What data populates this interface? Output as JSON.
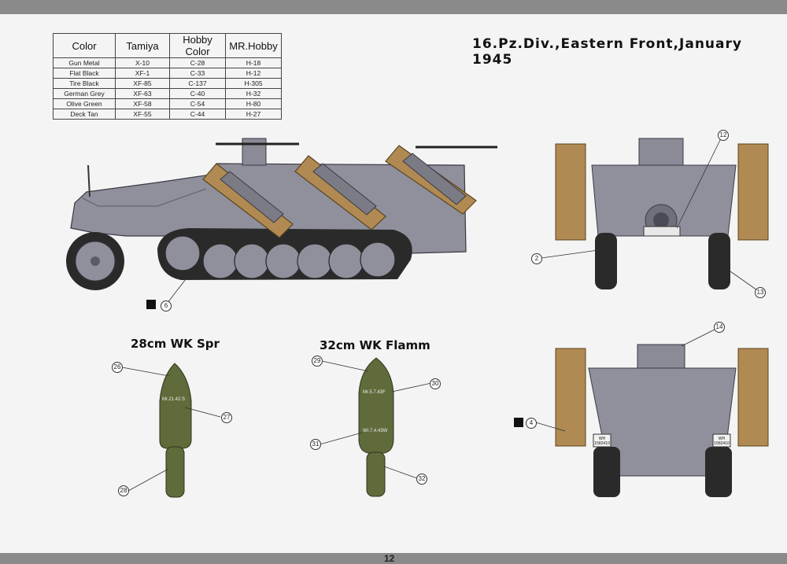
{
  "color_table": {
    "headers": [
      "Color",
      "Tamiya",
      "Hobby Color",
      "MR.Hobby"
    ],
    "rows": [
      [
        "Gun Metal",
        "X-10",
        "C-28",
        "H-18"
      ],
      [
        "Flat Black",
        "XF-1",
        "C-33",
        "H-12"
      ],
      [
        "Tire Black",
        "XF-85",
        "C-137",
        "H-305"
      ],
      [
        "German Grey",
        "XF-63",
        "C-40",
        "H-32"
      ],
      [
        "Olive Green",
        "XF-58",
        "C-54",
        "H-80"
      ],
      [
        "Deck Tan",
        "XF-55",
        "C-44",
        "H-27"
      ]
    ]
  },
  "title": "16.Pz.Div.,Eastern Front,January 1945",
  "shells": {
    "spr_title": "28cm WK Spr",
    "flamm_title": "32cm WK Flamm",
    "spr_stencil_1": "Mr.21.42.S",
    "flamm_stencil_1": "Mr.5.7.43F",
    "flamm_stencil_2": "Wr.7.4.43W"
  },
  "callouts": {
    "c2": "2",
    "c4": "4",
    "c6": "6",
    "c12": "12",
    "c13": "13",
    "c14": "14",
    "c26": "26",
    "c27": "27",
    "c28": "28",
    "c29": "29",
    "c30": "30",
    "c31": "31",
    "c32": "32"
  },
  "plates": {
    "rear_left": "WH 1582410",
    "rear_right": "WH 1582410"
  },
  "page_number": "12",
  "colors": {
    "german_grey": "#8f909c",
    "olive_green": "#5f6b3a",
    "deck_tan": "#b08a52",
    "tire_black": "#2a2a2a"
  }
}
